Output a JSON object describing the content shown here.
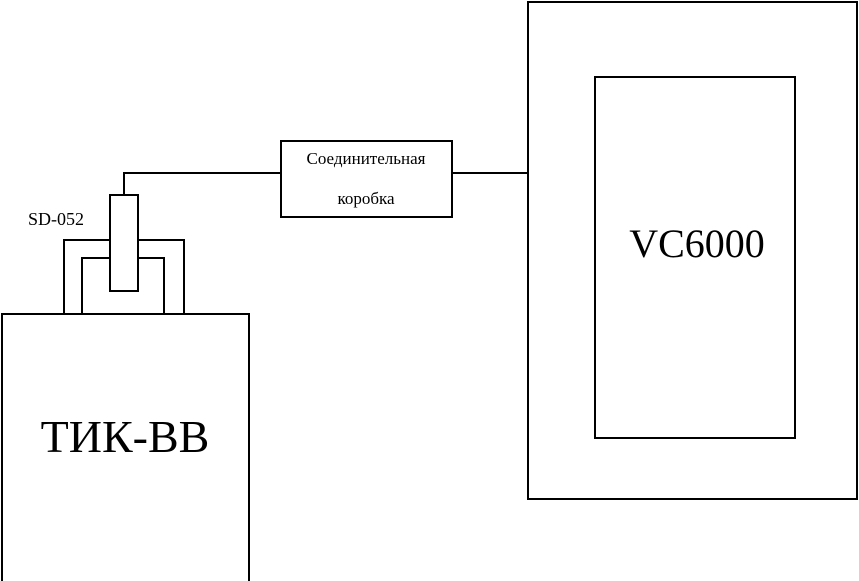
{
  "diagram": {
    "device_left": {
      "label": "ТИК-ВВ"
    },
    "sensor": {
      "label": "SD-052"
    },
    "junction_box": {
      "line1": "Соединительная",
      "line2": "коробка"
    },
    "device_right": {
      "label": "VC6000"
    }
  }
}
